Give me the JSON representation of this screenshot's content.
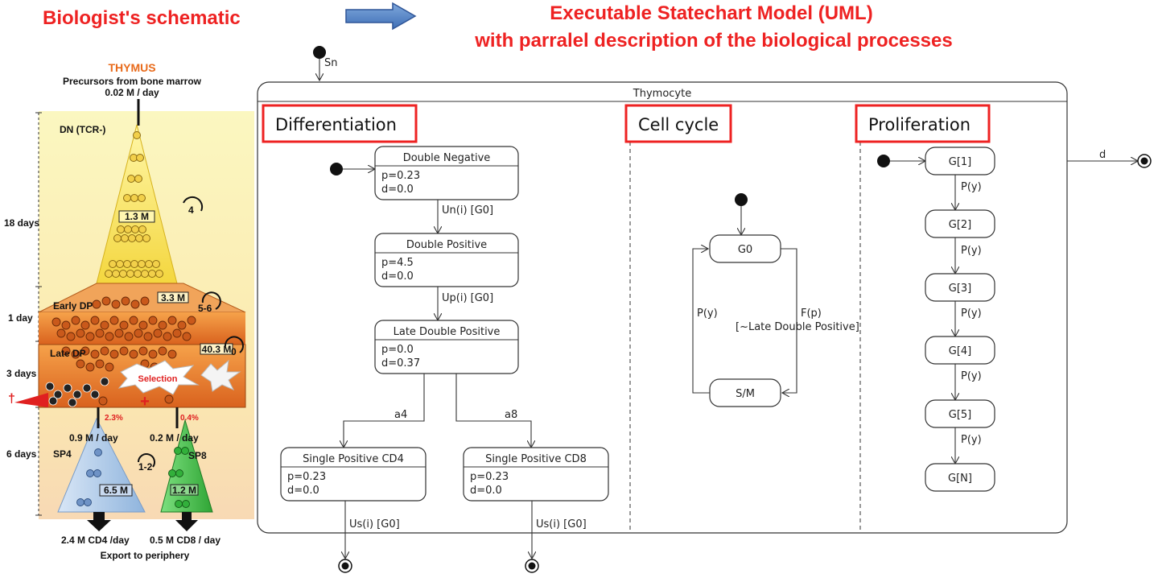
{
  "headers": {
    "left": "Biologist's schematic",
    "right_line1": "Executable Statechart Model (UML)",
    "right_line2": "with parralel description of the biological processes"
  },
  "schematic": {
    "thymus": "THYMUS",
    "precursors": "Precursors from bone marrow",
    "input_rate": "0.02 M / day",
    "dn": "DN (TCR-)",
    "early_dp": "Early DP",
    "late_dp": "Late DP",
    "selection": "Selection",
    "dagger": "†",
    "plus": "+",
    "dur_dn": "18 days",
    "dur_early": "1 day",
    "dur_late": "3 days",
    "dur_sp": "6 days",
    "pop_dn": "1.3 M",
    "pop_early": "3.3 M",
    "pop_late": "40.3 M",
    "pop_sp4": "6.5 M",
    "pop_sp8": "1.2 M",
    "cycles_dn": "4",
    "cycles_early": "5-6",
    "cycles_late": "0",
    "cycles_sp": "1-2",
    "pct_sp4": "2.3%",
    "pct_sp8": "0.4%",
    "rate_sp4": "0.9 M / day",
    "rate_sp8": "0.2 M / day",
    "sp4": "SP4",
    "sp8": "SP8",
    "export_cd4": "2.4 M CD4 /day",
    "export_cd8": "0.5 M CD8 / day",
    "export": "Export to periphery"
  },
  "statechart": {
    "initial_label": "Sn",
    "composite_title": "Thymocyte",
    "exit_label": "d",
    "regions": {
      "differentiation": "Differentiation",
      "cell_cycle": "Cell cycle",
      "proliferation": "Proliferation"
    },
    "states": {
      "dn": {
        "name": "Double Negative",
        "p": "p=0.23",
        "d": "d=0.0"
      },
      "dp": {
        "name": "Double Positive",
        "p": "p=4.5",
        "d": "d=0.0"
      },
      "ldp": {
        "name": "Late Double Positive",
        "p": "p=0.0",
        "d": "d=0.37"
      },
      "cd4": {
        "name": "Single Positive CD4",
        "p": "p=0.23",
        "d": "d=0.0"
      },
      "cd8": {
        "name": "Single Positive CD8",
        "p": "p=0.23",
        "d": "d=0.0"
      }
    },
    "transitions": {
      "dn_dp": "Un(i) [G0]",
      "dp_ldp": "Up(i) [G0]",
      "to_cd4": "a4",
      "to_cd8": "a8",
      "cd4_exit": "Us(i) [G0]",
      "cd8_exit": "Us(i) [G0]"
    },
    "cell_cycle": {
      "g0": "G0",
      "sm": "S/M",
      "py": "P(y)",
      "fp": "F(p)",
      "guard": "[~Late Double Positive]"
    },
    "proliferation": {
      "states": [
        "G[1]",
        "G[2]",
        "G[3]",
        "G[4]",
        "G[5]",
        "G[N]"
      ],
      "transition": "P(y)"
    }
  }
}
